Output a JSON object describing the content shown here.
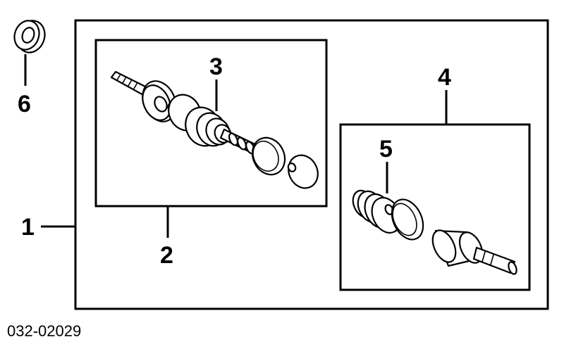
{
  "callouts": {
    "c1": "1",
    "c2": "2",
    "c3": "3",
    "c4": "4",
    "c5": "5",
    "c6": "6"
  },
  "part_number": "032-02029",
  "colors": {
    "ink": "#000000",
    "paper": "#ffffff"
  }
}
